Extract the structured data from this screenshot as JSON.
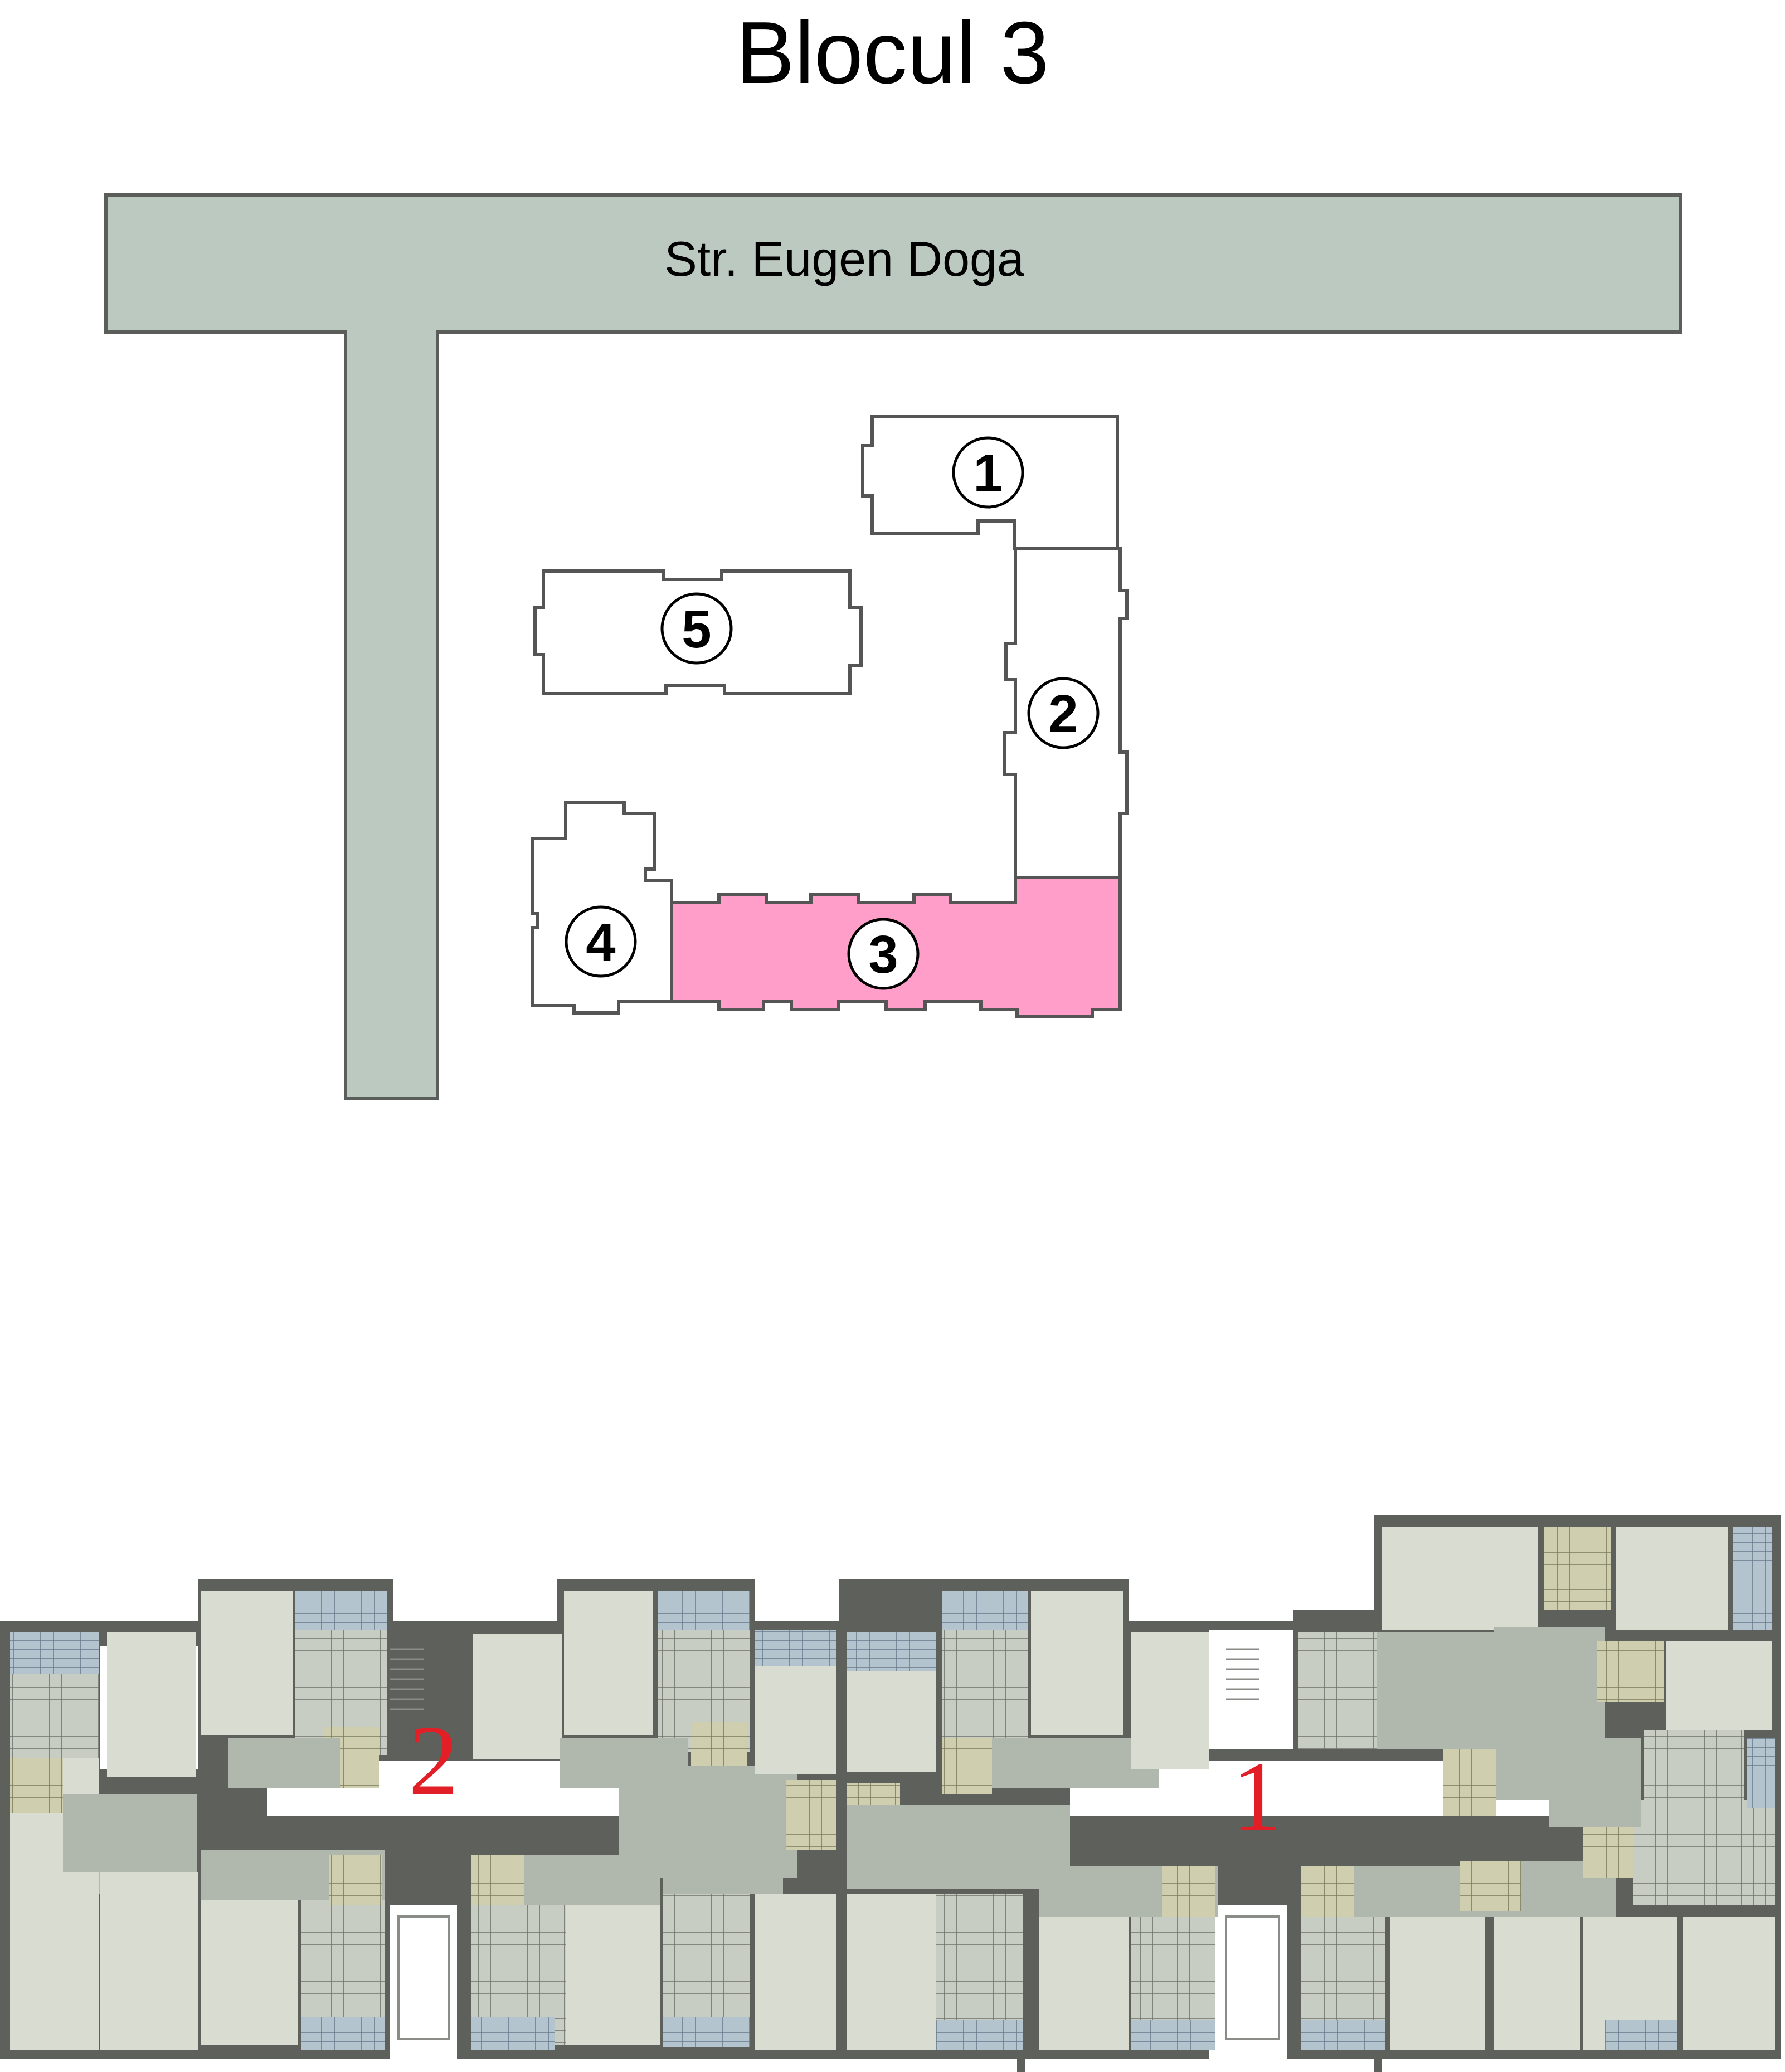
{
  "title": "Blocul 3",
  "site_plan": {
    "street_label": "Str.  Eugen Doga",
    "highlighted_block": "3",
    "highlight_color": "#ff9ec8",
    "road_color": "#bcc9c1",
    "blocks": [
      {
        "label": "1"
      },
      {
        "label": "2"
      },
      {
        "label": "3"
      },
      {
        "label": "4"
      },
      {
        "label": "5"
      }
    ]
  },
  "floor_plan": {
    "section_labels": [
      {
        "label": "2"
      },
      {
        "label": "1"
      }
    ],
    "section_label_color": "#e21f26",
    "wall_color": "#5e605c",
    "room_color": "#d9ddd1",
    "hall_color": "#b0b7ad"
  }
}
